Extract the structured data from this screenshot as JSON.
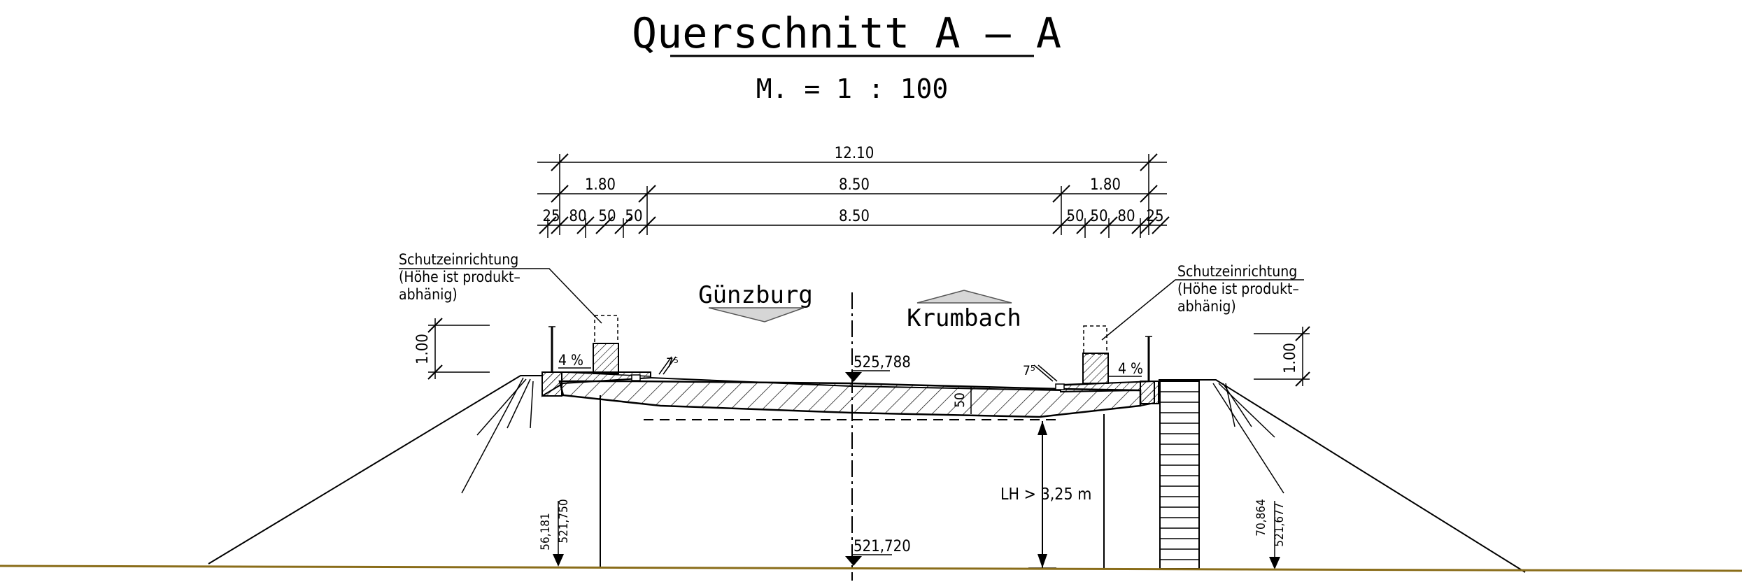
{
  "title": "Querschnitt A – A",
  "scale": "M. =  1 : 100",
  "dimensions": {
    "total": "12.10",
    "cap_left": "1.80",
    "deck": "8.50",
    "cap_right": "1.80",
    "deck_lower": "8.50",
    "left_segments": [
      "25",
      "80",
      "50",
      "50"
    ],
    "right_segments": [
      "50",
      "50",
      "80",
      "25"
    ],
    "railing_height_left": "1.00",
    "railing_height_right": "1.00",
    "slab_thickness": "50",
    "clearance": "LH > 3,25 m"
  },
  "directions": {
    "left": "Günzburg",
    "right": "Krumbach"
  },
  "labels": {
    "barrier_left": [
      "Schutzeinrichtung",
      "(Höhe ist produkt–",
      "abhänig)"
    ],
    "barrier_right": [
      "Schutzeinrichtung",
      "(Höhe ist produkt–",
      "abhänig)"
    ],
    "slope_left": "4 %",
    "slope_right": "4 %",
    "curb_left": "7⁵",
    "curb_right": "7⁵"
  },
  "elevations": {
    "top": "525,788",
    "bottom": "521,720",
    "left_station": "56,181",
    "left_level": "521,750",
    "right_station": "70,864",
    "right_level": "521,677"
  },
  "colors": {
    "line": "#000000",
    "ground": "#b8860b",
    "background": "#ffffff"
  }
}
